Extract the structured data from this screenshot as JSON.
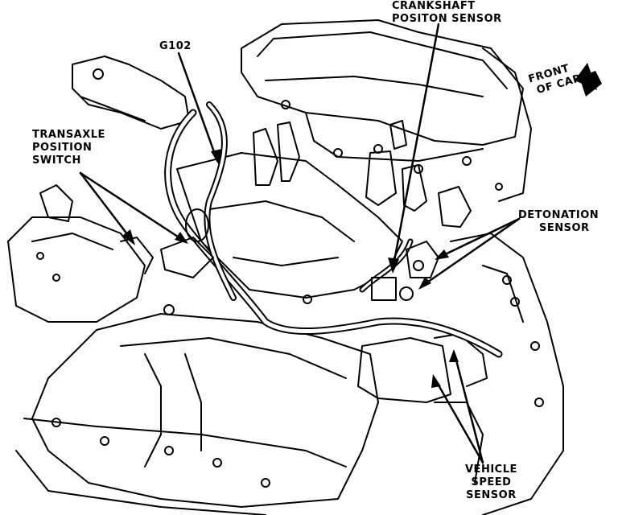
{
  "labels": {
    "crankshaft": {
      "line1": "CRANKSHAFT",
      "line2": "POSITON SENSOR"
    },
    "g102": "G102",
    "front_of_car": {
      "line1": "FRONT",
      "line2": "OF CAR"
    },
    "transaxle": {
      "line1": "TRANSAXLE",
      "line2": "POSITION",
      "line3": "SWITCH"
    },
    "detonation": {
      "line1": "DETONATION",
      "line2": "SENSOR"
    },
    "vehicle_speed": {
      "line1": "VEHICLE",
      "line2": "SPEED",
      "line3": "SENSOR"
    }
  },
  "colors": {
    "ink": "#000000",
    "paper": "#ffffff"
  },
  "icons": {
    "front_arrow": "arrow-icon"
  }
}
